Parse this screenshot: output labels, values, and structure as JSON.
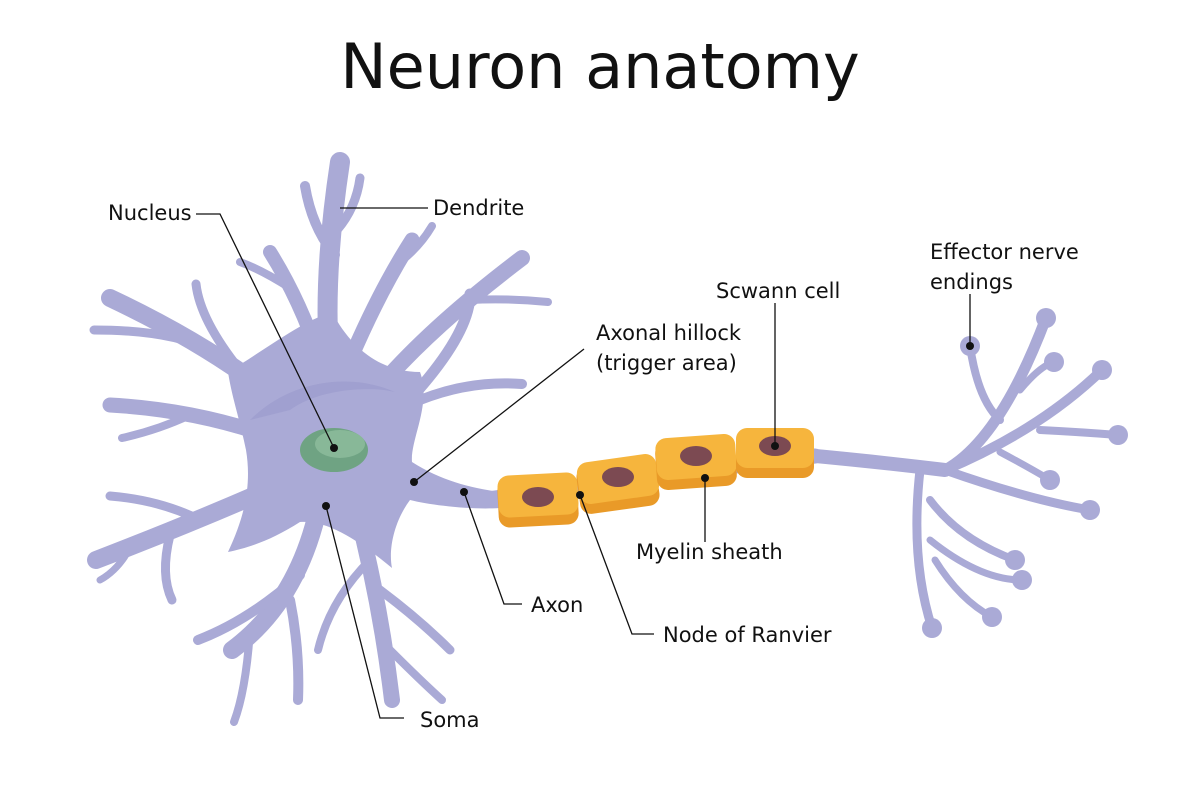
{
  "title": "Neuron anatomy",
  "labels": {
    "nucleus": "Nucleus",
    "dendrite": "Dendrite",
    "axonal_hillock_line1": "Axonal hillock",
    "axonal_hillock_line2": "(trigger area)",
    "schwann_cell": "Scwann cell",
    "effector_line1": "Effector nerve",
    "effector_line2": "endings",
    "myelin_sheath": "Myelin sheath",
    "axon": "Axon",
    "node_of_ranvier": "Node of Ranvier",
    "soma": "Soma"
  },
  "colors": {
    "neuron": "#aaaad6",
    "neuron_shade": "#9a9acc",
    "nucleus": "#6fa383",
    "nucleus_light": "#88b898",
    "myelin": "#f6b53d",
    "myelin_shade": "#e99a28",
    "schwann_nucleus": "#7c4a52",
    "leader": "#111111"
  }
}
